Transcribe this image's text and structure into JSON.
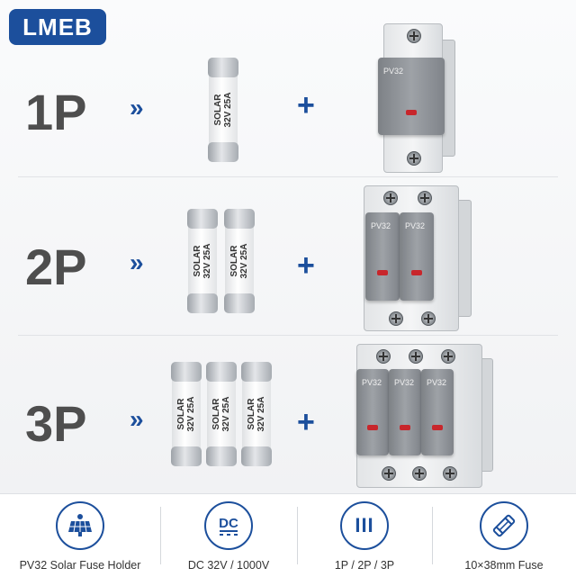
{
  "brand": {
    "logo": "LMEB",
    "color": "#1c4f9c"
  },
  "rows": [
    {
      "label": "1P",
      "chevron": "»",
      "plus": "+",
      "fuse": {
        "line1": "SOLAR",
        "line2": "32V 25A"
      },
      "count": 1,
      "holder_label": "PV32"
    },
    {
      "label": "2P",
      "chevron": "»",
      "plus": "+",
      "fuse": {
        "line1": "SOLAR",
        "line2": "32V 25A"
      },
      "count": 2,
      "holder_label": "PV32"
    },
    {
      "label": "3P",
      "chevron": "»",
      "plus": "+",
      "fuse": {
        "line1": "SOLAR",
        "line2": "32V 25A"
      },
      "count": 3,
      "holder_label": "PV32"
    }
  ],
  "features": [
    {
      "icon": "solar-panel-icon",
      "label": "PV32 Solar Fuse Holder"
    },
    {
      "icon": "dc-icon",
      "icon_text": "DC",
      "label": "DC 32V / 1000V"
    },
    {
      "icon": "poles-icon",
      "icon_text": "III",
      "label": "1P / 2P / 3P"
    },
    {
      "icon": "fuse-icon",
      "label": "10×38mm Fuse"
    }
  ],
  "colors": {
    "accent": "#1c4f9c",
    "led": "#c8262b",
    "holder": "#8e9297"
  }
}
